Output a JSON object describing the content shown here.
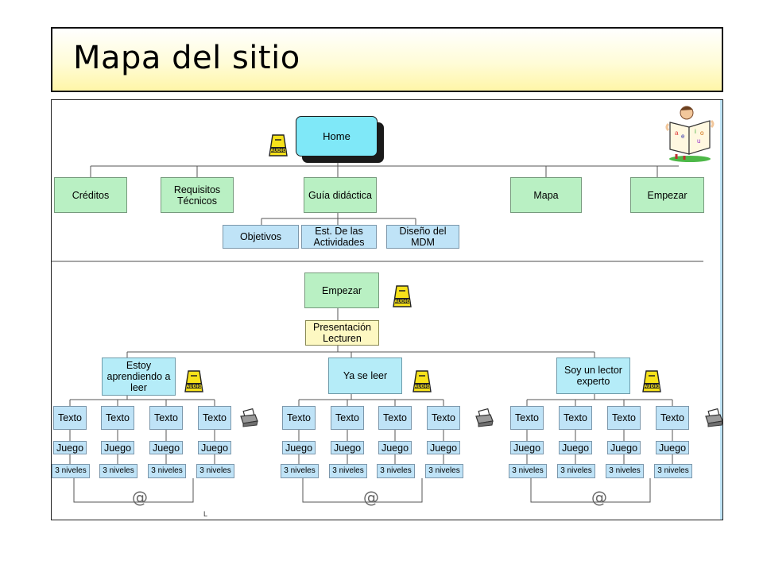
{
  "title": "Mapa del sitio",
  "top": {
    "home": "Home",
    "sections": [
      "Créditos",
      "Requisitos Técnicos",
      "Guía didáctica",
      "Mapa",
      "Empezar"
    ],
    "guide_items": [
      "Objetivos",
      "Est. De las Actividades",
      "Diseño del MDM"
    ]
  },
  "bottom": {
    "start": "Empezar",
    "presentation": "Presentación Lecturen",
    "levels": [
      "Estoy aprendiendo a leer",
      "Ya se leer",
      "Soy un lector experto"
    ],
    "item_text": "Texto",
    "item_game": "Juego",
    "item_levels": "3 niveles",
    "at_symbol": "@",
    "stray_mark": "L"
  },
  "icons": {
    "audio": "audio-icon",
    "printer": "printer-icon",
    "book_kid": "child-reading-book-icon",
    "email": "at-sign-icon"
  },
  "colors": {
    "green": "#b9f0c3",
    "blue": "#bfe3f7",
    "cyan": "#7fe8f8",
    "yellow": "#fdf8c2",
    "title_bg": "#fff6a8"
  }
}
